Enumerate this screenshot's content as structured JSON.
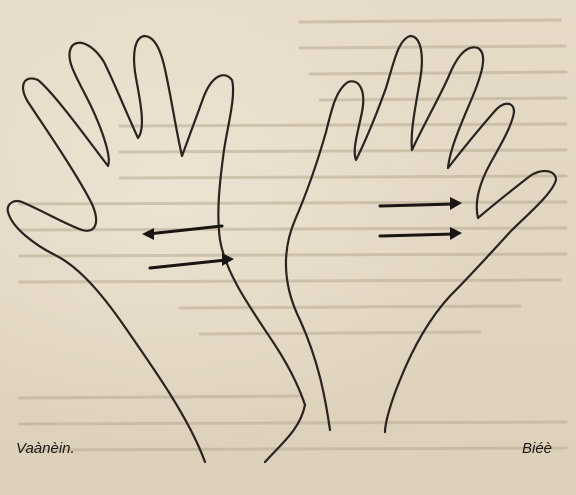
{
  "captions": {
    "left": "Vaànèin.",
    "right": "Biéè"
  },
  "figure": {
    "hands": [
      {
        "id": "left-hand",
        "strokes": 2,
        "orientation": "tips-left"
      },
      {
        "id": "right-hand",
        "strokes": 2,
        "orientation": "tips-right"
      }
    ]
  },
  "colors": {
    "paper": "#e2d6c2",
    "ink": "#2a2420"
  }
}
